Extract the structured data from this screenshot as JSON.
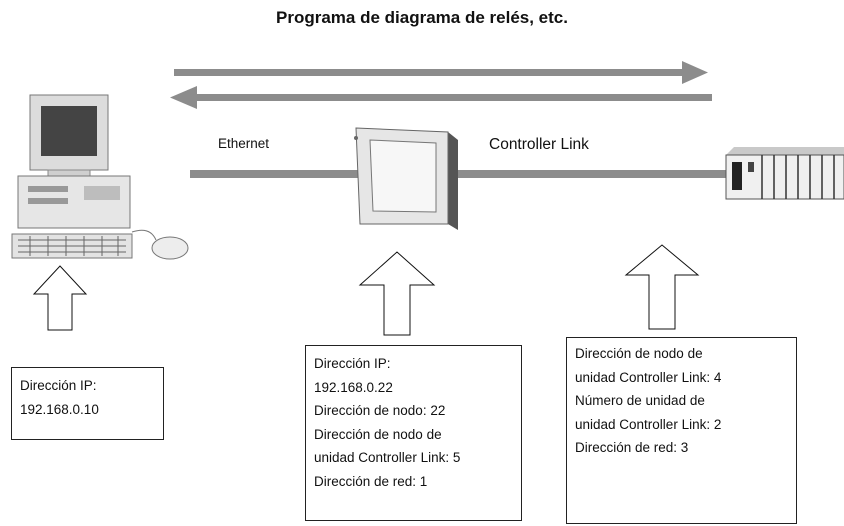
{
  "title": "Programa de diagrama de relés, etc.",
  "links": {
    "ethernet": "Ethernet",
    "controller_link": "Controller Link"
  },
  "boxes": {
    "pc": [
      "Dirección IP:",
      "192.168.0.10"
    ],
    "pt": [
      "Dirección IP:",
      "192.168.0.22",
      "Dirección de nodo: 22",
      "Dirección de nodo de",
      "unidad Controller Link: 5",
      "Dirección de red: 1"
    ],
    "plc": [
      "Dirección de nodo de",
      "unidad Controller Link: 4",
      "Número de unidad de",
      "unidad Controller Link: 2",
      "Dirección de red: 3"
    ]
  },
  "devices": [
    "computer-icon",
    "touch-panel-icon",
    "plc-icon"
  ],
  "colors": {
    "line": "#8c8c8c",
    "device_fill": "#e6e6e6",
    "screen": "#444444"
  }
}
